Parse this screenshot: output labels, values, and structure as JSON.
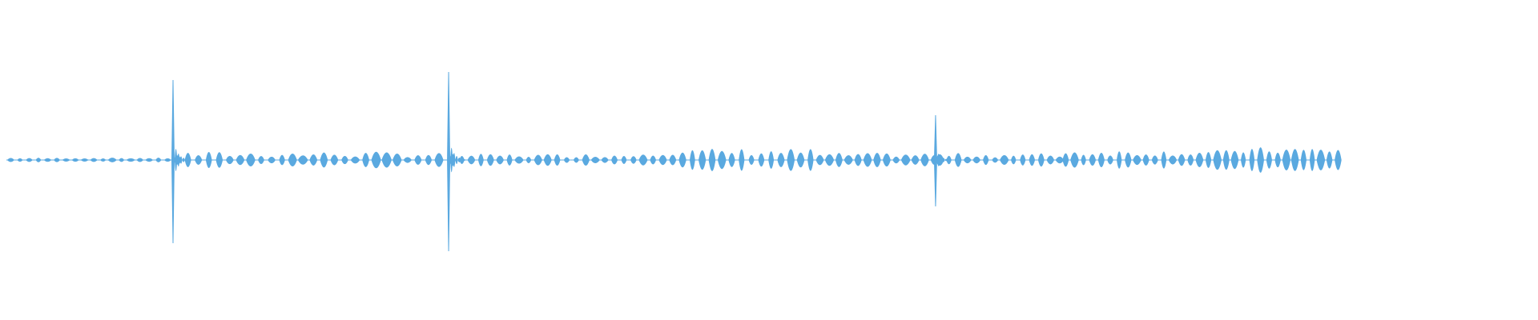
{
  "waveform": {
    "color": "#5aa9e0",
    "background": "#ffffff",
    "duration_fraction_filled": 0.868,
    "channels": 1,
    "transients": [
      {
        "position": 0.1125,
        "amplitude_up": 0.5,
        "amplitude_down": 0.52
      },
      {
        "position": 0.2917,
        "amplitude_up": 0.55,
        "amplitude_down": 0.57
      },
      {
        "position": 0.6083,
        "amplitude_up": 0.28,
        "amplitude_down": 0.29
      }
    ],
    "segments": [
      {
        "start": 0.004,
        "end": 0.112,
        "level": 0.012,
        "pulse_spacing": 0.006,
        "pulse_variation": 0.2
      },
      {
        "start": 0.112,
        "end": 0.291,
        "level": 0.035,
        "pulse_spacing": 0.0068,
        "pulse_variation": 0.5
      },
      {
        "start": 0.291,
        "end": 0.415,
        "level": 0.028,
        "pulse_spacing": 0.0062,
        "pulse_variation": 0.4
      },
      {
        "start": 0.415,
        "end": 0.53,
        "level": 0.05,
        "pulse_spacing": 0.0064,
        "pulse_variation": 0.45
      },
      {
        "start": 0.53,
        "end": 0.608,
        "level": 0.032,
        "pulse_spacing": 0.0062,
        "pulse_variation": 0.4
      },
      {
        "start": 0.608,
        "end": 0.69,
        "level": 0.03,
        "pulse_spacing": 0.006,
        "pulse_variation": 0.45
      },
      {
        "start": 0.69,
        "end": 0.8,
        "level": 0.045,
        "pulse_spacing": 0.0058,
        "pulse_variation": 0.4
      },
      {
        "start": 0.8,
        "end": 0.875,
        "level": 0.06,
        "pulse_spacing": 0.0056,
        "pulse_variation": 0.35
      }
    ]
  }
}
